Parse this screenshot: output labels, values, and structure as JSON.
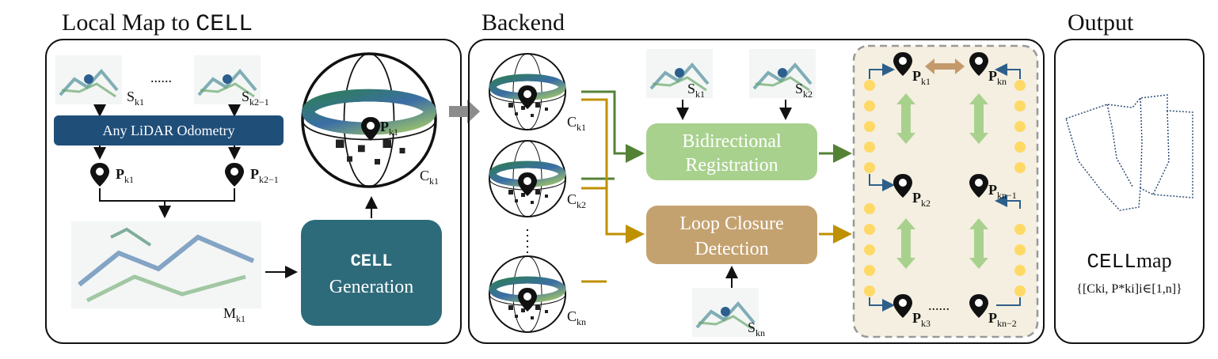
{
  "sections": {
    "local_map_prefix": "Local Map to ",
    "local_map_cell": "CELL",
    "backend": "Backend",
    "output": "Output"
  },
  "local_map": {
    "dots": "......",
    "odometry_box": "Any LiDAR Odometry",
    "cell_generation_line1": "CELL",
    "cell_generation_line2": "Generation",
    "scan_label_1": "S",
    "scan_label_1_sub": "k1",
    "scan_label_2": "S",
    "scan_label_2_sub": "k2−1",
    "pose_label_1": "P",
    "pose_label_1_sub": "k1",
    "pose_label_2": "P",
    "pose_label_2_sub": "k2−1",
    "map_label": "M",
    "map_label_sub": "k1",
    "sphere_pose_label": "P",
    "sphere_pose_sub": "k1",
    "sphere_cell_label": "C",
    "sphere_cell_sub": "k1"
  },
  "backend": {
    "bidirectional_line1": "Bidirectional",
    "bidirectional_line2": "Registration",
    "loop_line1": "Loop Closure",
    "loop_line2": "Detection",
    "cell_labels": [
      {
        "main": "C",
        "sub": "k1"
      },
      {
        "main": "C",
        "sub": "k2"
      },
      {
        "main": "C",
        "sub": "kn"
      }
    ],
    "scan_labels": [
      {
        "main": "S",
        "sub": "k1"
      },
      {
        "main": "S",
        "sub": "k2"
      },
      {
        "main": "S",
        "sub": "kn"
      }
    ],
    "pose_labels": [
      {
        "main": "P",
        "sub": "k1"
      },
      {
        "main": "P",
        "sub": "kn"
      },
      {
        "main": "P",
        "sub": "k2"
      },
      {
        "main": "P",
        "sub": "kn−1"
      },
      {
        "main": "P",
        "sub": "k3"
      },
      {
        "main": "P",
        "sub": "kn−2"
      }
    ],
    "dots": "......"
  },
  "output": {
    "cellmap_prefix": "CELL",
    "cellmap_suffix": "map",
    "formula": "{[Cki, P*ki]i∈[1,n]}"
  },
  "colors": {
    "odometry": "#1f4e79",
    "cell_gen": "#2e6b7a",
    "bidirectional": "#a9d18e",
    "loop": "#c4a270",
    "green_arrow": "#548235",
    "gold_arrow": "#bf9000",
    "node": "#ffd966",
    "graph_bg": "#f4efe0",
    "blue_arrow": "#2e5f8a"
  }
}
